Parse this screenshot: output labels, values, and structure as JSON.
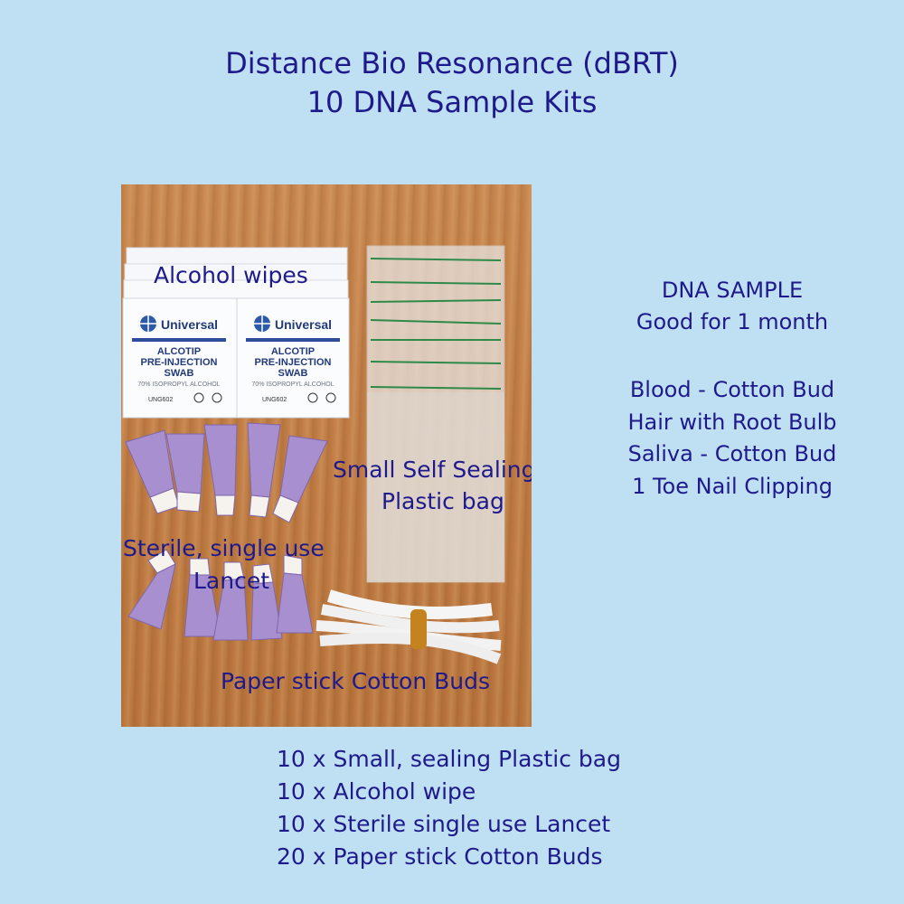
{
  "title": {
    "line1": "Distance Bio Resonance (dBRT)",
    "line2": "10 DNA Sample Kits"
  },
  "info": {
    "line1": "DNA SAMPLE",
    "line2": "Good for 1 month",
    "items": [
      "Blood - Cotton Bud",
      "Hair with Root Bulb",
      "Saliva - Cotton Bud",
      "1 Toe Nail  Clipping"
    ]
  },
  "photo_labels": {
    "wipes": "Alcohol wipes",
    "bag_line1": "Small Self Sealing",
    "bag_line2": "Plastic bag",
    "lancet_line1": "Sterile, single use",
    "lancet_line2": "Lancet",
    "buds": "Paper stick Cotton Buds"
  },
  "wipe_packets": {
    "brand": "Universal",
    "product_line1": "ALCOTIP",
    "product_line2": "PRE-INJECTION",
    "product_line3": "SWAB",
    "concentration": "70% ISOPROPYL ALCOHOL",
    "ref": "UNG602"
  },
  "contents": [
    "10 x Small, sealing Plastic bag",
    "10 x Alcohol wipe",
    "10 x Sterile single use Lancet",
    "20 x Paper stick Cotton Buds"
  ],
  "colors": {
    "background": "#bfe0f3",
    "text": "#1f1a8c",
    "lancet": "#a88fcf",
    "wood": "#c17d45"
  }
}
